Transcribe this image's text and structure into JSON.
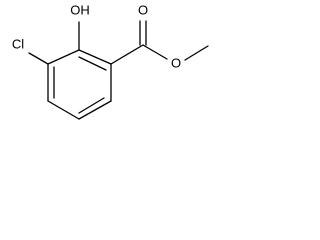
{
  "molecule": {
    "atoms": {
      "hydroxyl": "OH",
      "chlorine": "Cl",
      "carbonyl_oxygen": "O",
      "ester_oxygen": "O"
    }
  }
}
